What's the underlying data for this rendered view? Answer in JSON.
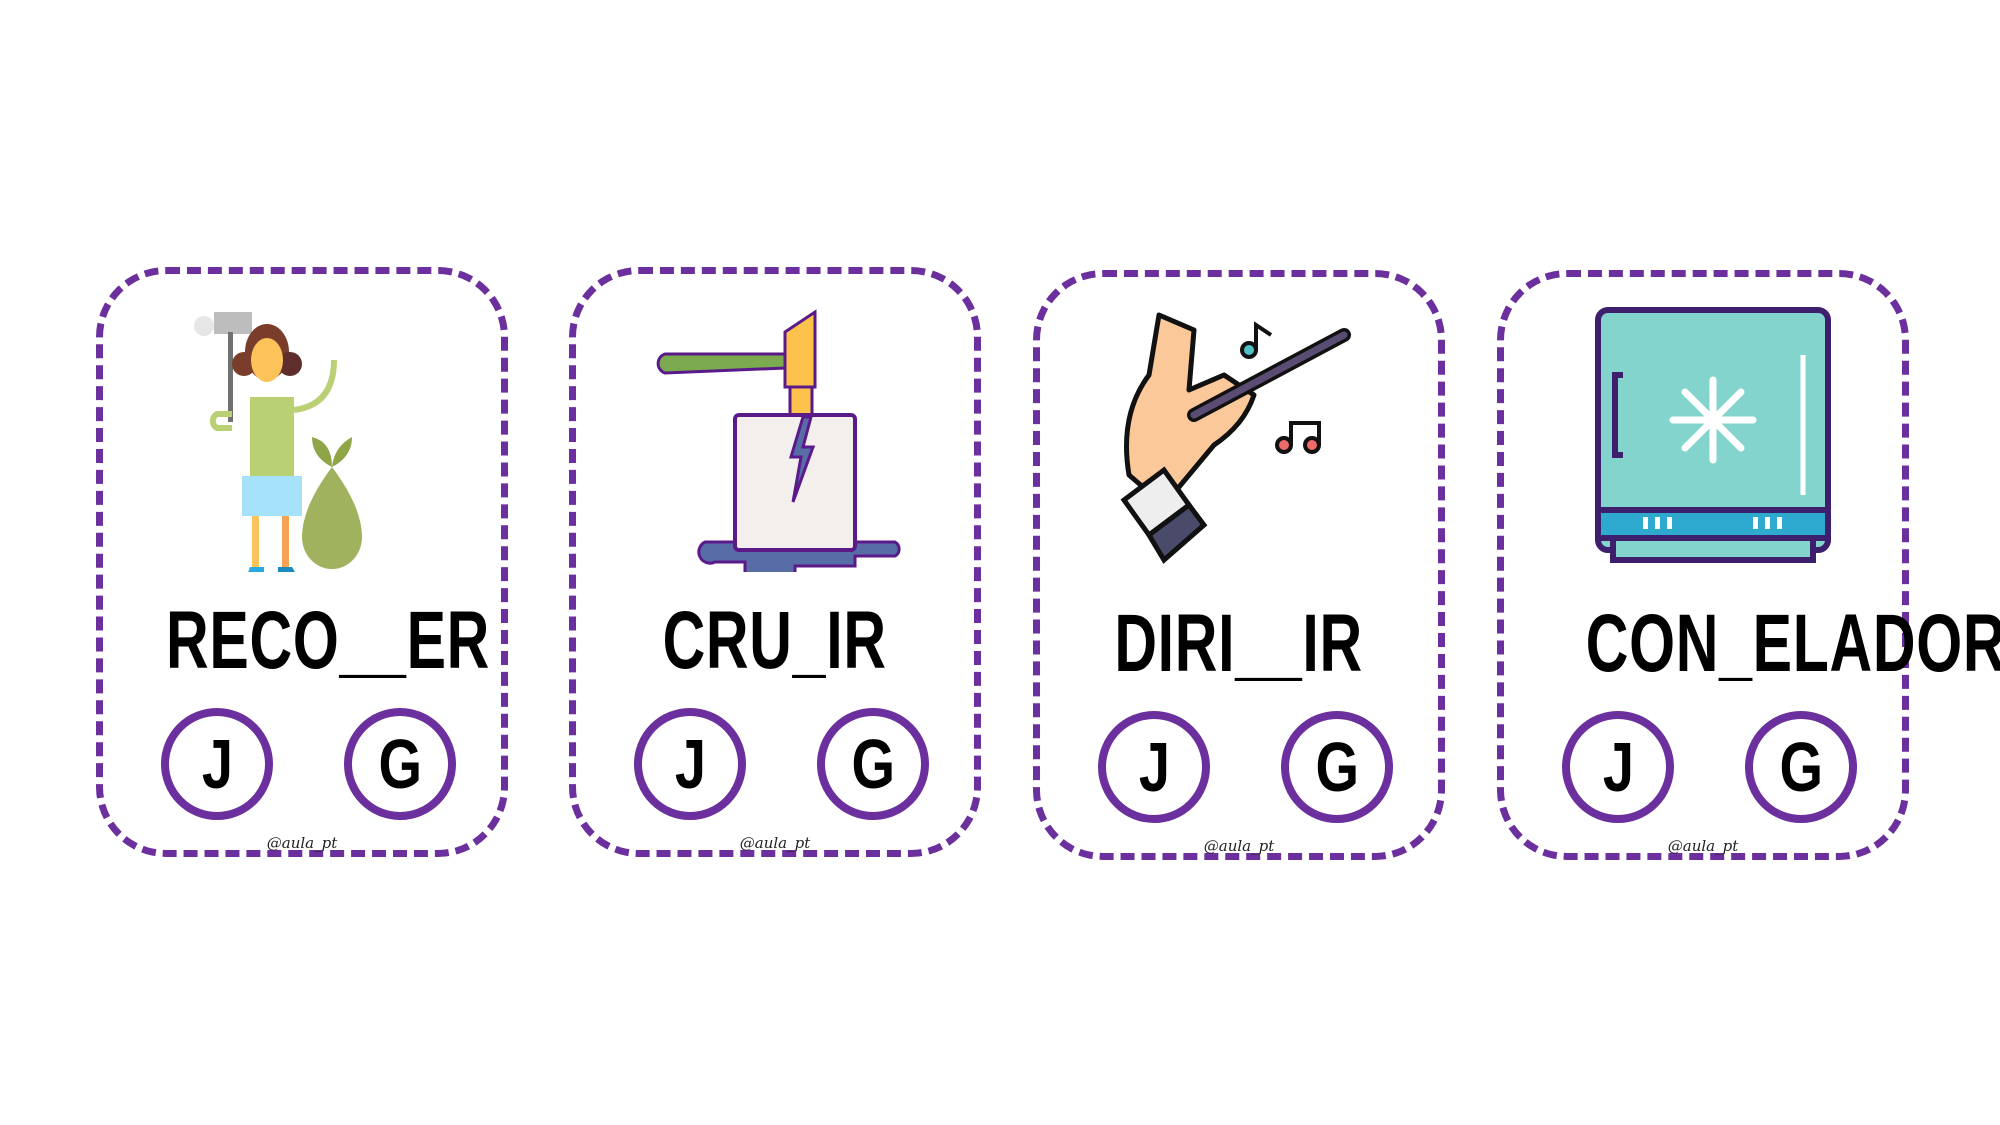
{
  "cards": [
    {
      "word": "RECO__ER",
      "options": [
        "J",
        "G"
      ],
      "watermark": "@aula_pt",
      "icon": "person-harvesting-icon"
    },
    {
      "word": "CRU_IR",
      "options": [
        "J",
        "G"
      ],
      "watermark": "@aula_pt",
      "icon": "axe-splitting-ice-icon"
    },
    {
      "word": "DIRI__IR",
      "options": [
        "J",
        "G"
      ],
      "watermark": "@aula_pt",
      "icon": "conductor-hand-baton-icon"
    },
    {
      "word": "CON_ELADOR",
      "options": [
        "J",
        "G"
      ],
      "watermark": "@aula_pt",
      "icon": "freezer-icon"
    }
  ],
  "colors": {
    "border": "#6b2f9e",
    "text": "#000000"
  }
}
